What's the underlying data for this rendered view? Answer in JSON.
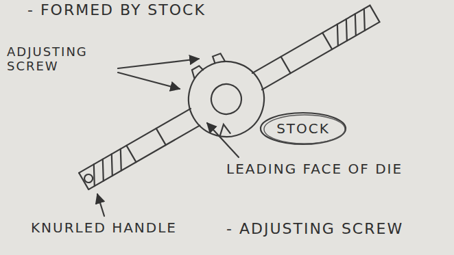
{
  "diagram": {
    "nodes": [
      {
        "text": [
          "STOCK"
        ]
      }
    ],
    "labels": [
      "- FORMED BY STOCK",
      "ADJUSTING SCREW",
      "LEADING FACE OF DIE",
      "KNURLED HANDLE",
      "- ADJUSTING SCREW"
    ]
  }
}
